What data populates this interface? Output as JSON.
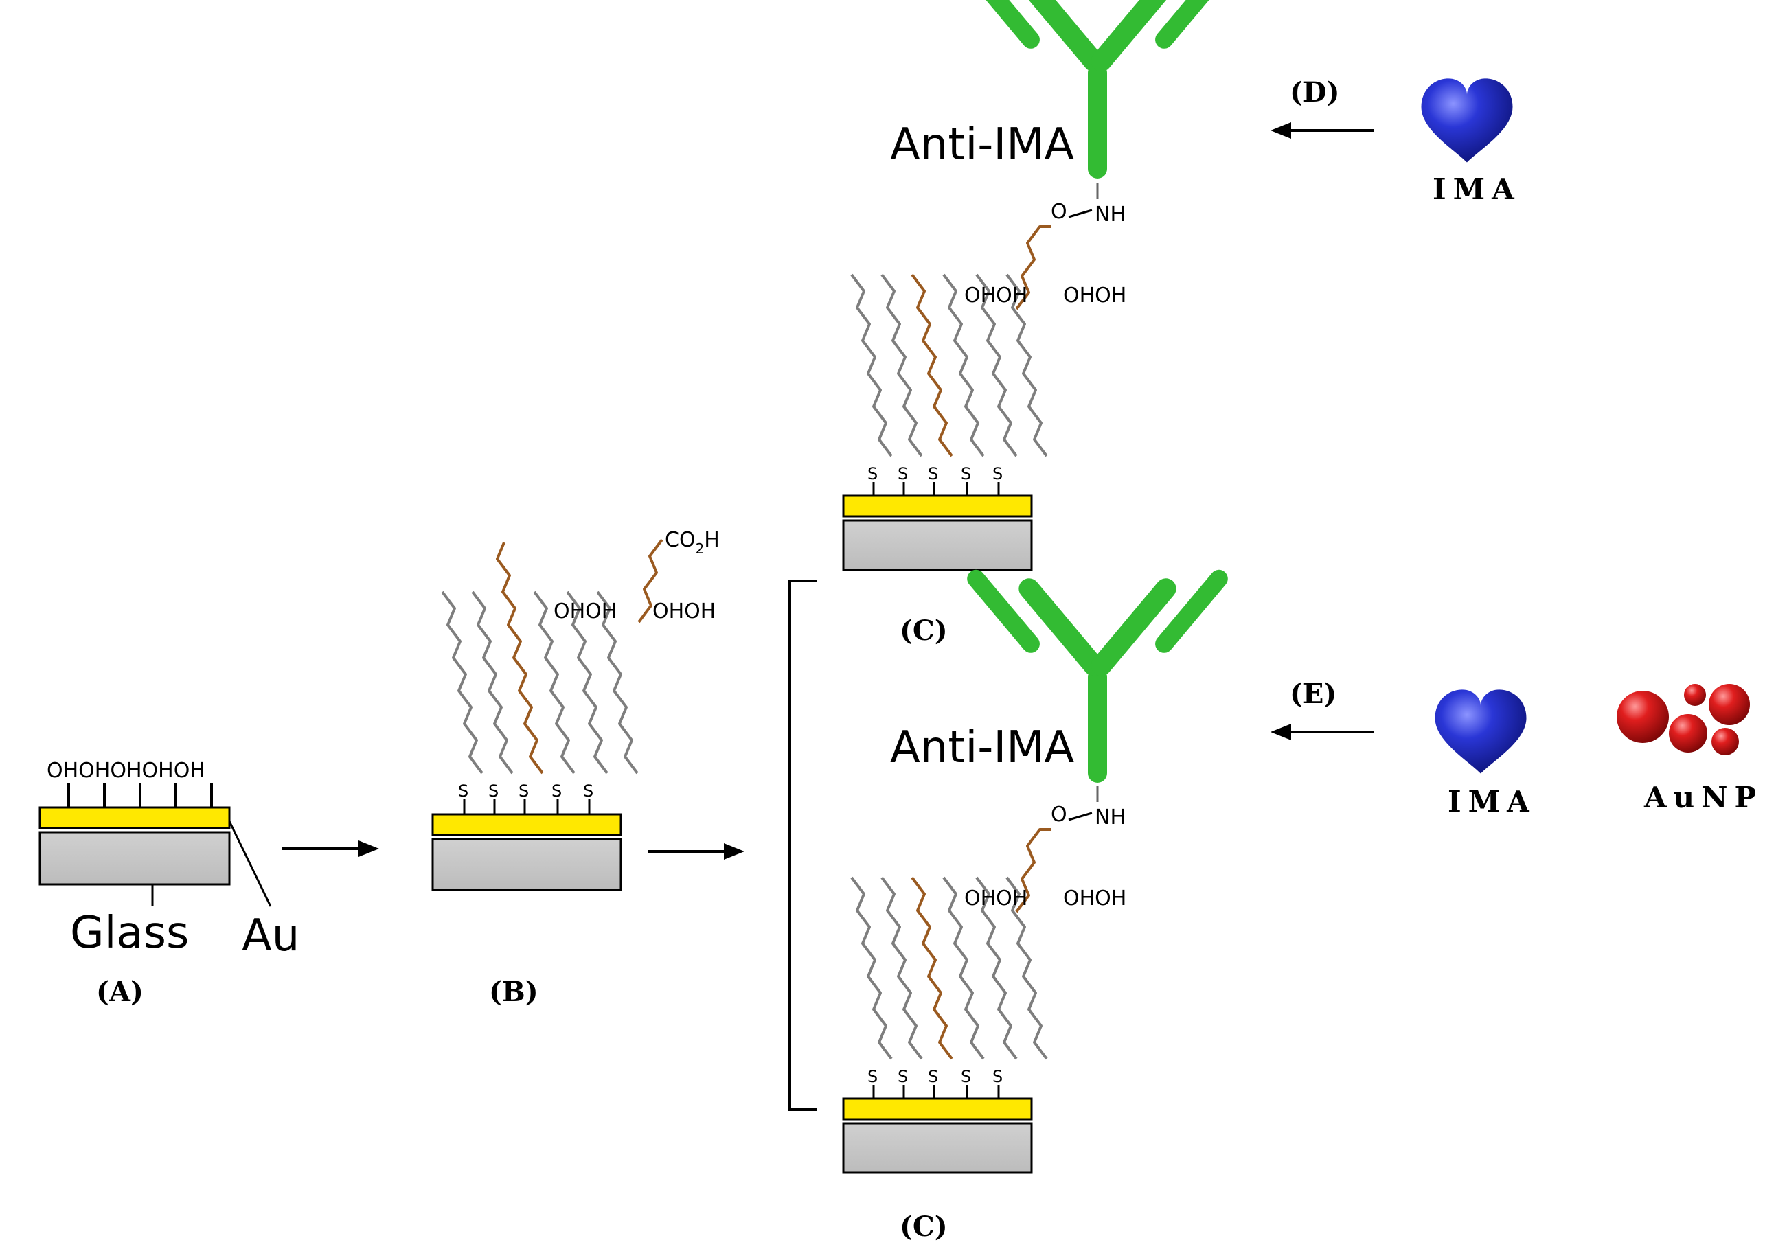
{
  "colors": {
    "gold": "#ffe800",
    "glass": "#c8c8c8",
    "antibody": "#33bb33",
    "chain_grey": "#888888",
    "chain_brown": "#9a5a20",
    "heart": "#1a24b8",
    "aunp": "#d41c1c"
  },
  "icons": [
    "antibody-icon",
    "heart-icon",
    "gold-nanoparticle-icon",
    "arrow-icon",
    "bracket-icon"
  ],
  "stage_a": {
    "substrate_label": "Glass",
    "gold_label": "Au",
    "surface_groups": "OHOHOHOHOH",
    "stage_label": "(A)"
  },
  "stage_b": {
    "sulfur": "S",
    "hydroxyl_left": "OHOH",
    "hydroxyl_right": "OHOH",
    "carboxyl": "CO",
    "carboxyl_sub": "2",
    "carboxyl_h": "H",
    "stage_label": "(B)"
  },
  "stage_c_top": {
    "antibody_label": "Anti-IMA",
    "amide_o": "O",
    "amide_nh": "NH",
    "hydroxyl_left": "OHOH",
    "hydroxyl_right": "OHOH",
    "sulfur": "S",
    "stage_label": "(C)"
  },
  "stage_c_bottom": {
    "antibody_label": "Anti-IMA",
    "amide_o": "O",
    "amide_nh": "NH",
    "hydroxyl_left": "OHOH",
    "hydroxyl_right": "OHOH",
    "sulfur": "S",
    "stage_label": "(C)"
  },
  "step_d": {
    "step_label": "(D)",
    "molecule_label": "IMA"
  },
  "step_e": {
    "step_label": "(E)",
    "molecule_label": "IMA",
    "nanoparticle_label": "AuNP"
  }
}
